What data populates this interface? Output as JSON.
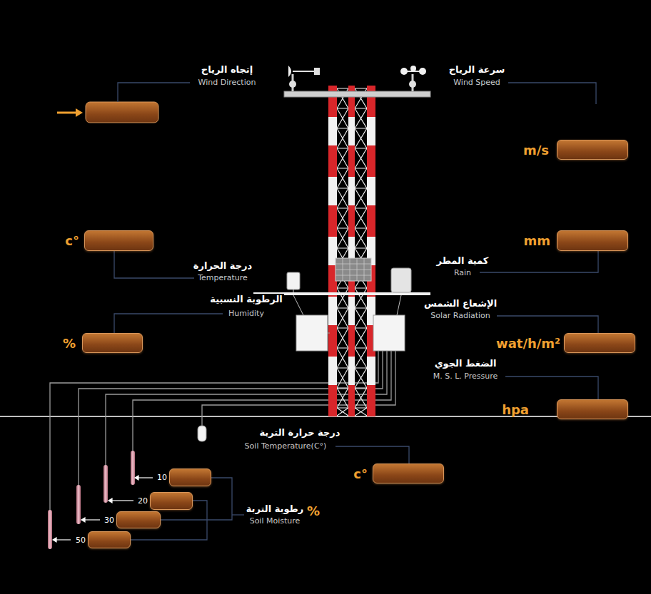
{
  "diagram": {
    "nodes": [
      {
        "text": [
          "m/s"
        ]
      },
      {
        "text": [
          "c°"
        ]
      },
      {
        "text": [
          "mm"
        ]
      },
      {
        "text": [
          "%"
        ]
      },
      {
        "text": [
          "wat/h/m²"
        ]
      },
      {
        "text": [
          "hpa"
        ]
      },
      {
        "text": [
          "c°"
        ]
      },
      {
        "text": [
          "10"
        ]
      },
      {
        "text": [
          "20"
        ]
      },
      {
        "text": [
          "30"
        ]
      },
      {
        "text": [
          "50"
        ]
      }
    ],
    "labels": [
      "إتجاه الرياح",
      "Wind Direction",
      "سرعة الرياح",
      "Wind Speed",
      "درجة الحرارة",
      "Temperature",
      "كمية المطر",
      "Rain",
      "الرطوبة النسبية",
      "Humidity",
      "الإشعاع الشمس",
      "Solar Radiation",
      "الضغط الجوي",
      "M. S. L. Pressure",
      "درجة حرارة التربة",
      "Soil Temperature(C°)",
      "رطوبة التربة",
      "Soil Moisture",
      "%"
    ]
  }
}
